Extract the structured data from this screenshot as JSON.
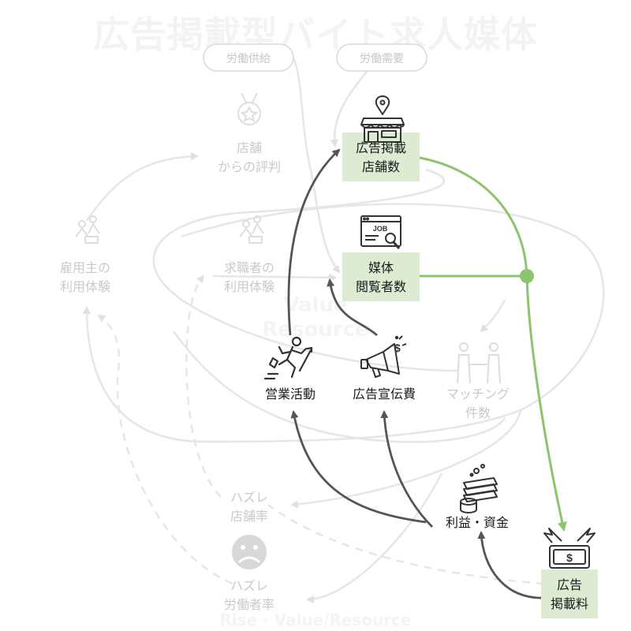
{
  "title": "広告掲載型バイト求人媒体",
  "watermark": [
    "Value",
    "Resource"
  ],
  "footer_watermark": "Rise · Value/Resource",
  "pills": {
    "labor_supply": "労働供給",
    "labor_demand": "労働需要"
  },
  "nodes": {
    "listing_stores": [
      "広告掲載",
      "店舗数"
    ],
    "media_viewers": [
      "媒体",
      "閲覧者数"
    ],
    "sales_activity": [
      "営業活動"
    ],
    "ad_spend": [
      "広告宣伝費"
    ],
    "profit_funds": [
      "利益・資金"
    ],
    "ad_fee": [
      "広告",
      "掲載料"
    ]
  },
  "faint_nodes": {
    "store_reputation": [
      "店舗",
      "からの評判"
    ],
    "employer_experience": [
      "雇用主の",
      "利用体験"
    ],
    "seeker_experience": [
      "求職者の",
      "利用体験"
    ],
    "matching_count": [
      "マッチング",
      "件数"
    ],
    "mismatch_store_rate": [
      "ハズレ",
      "店舗率"
    ],
    "mismatch_worker_rate": [
      "ハズレ",
      "労働者率"
    ]
  },
  "colors": {
    "green": "#8dc46e",
    "dark": "#555555",
    "faint": "#e2e2e2",
    "node_fill": "#ddebd3"
  },
  "icons": [
    "shop-pin-icon",
    "job-search-icon",
    "running-person-icon",
    "megaphone-icon",
    "coin-stack-icon",
    "winged-money-icon",
    "medal-icon",
    "handshake-people-icon",
    "sad-face-icon"
  ]
}
